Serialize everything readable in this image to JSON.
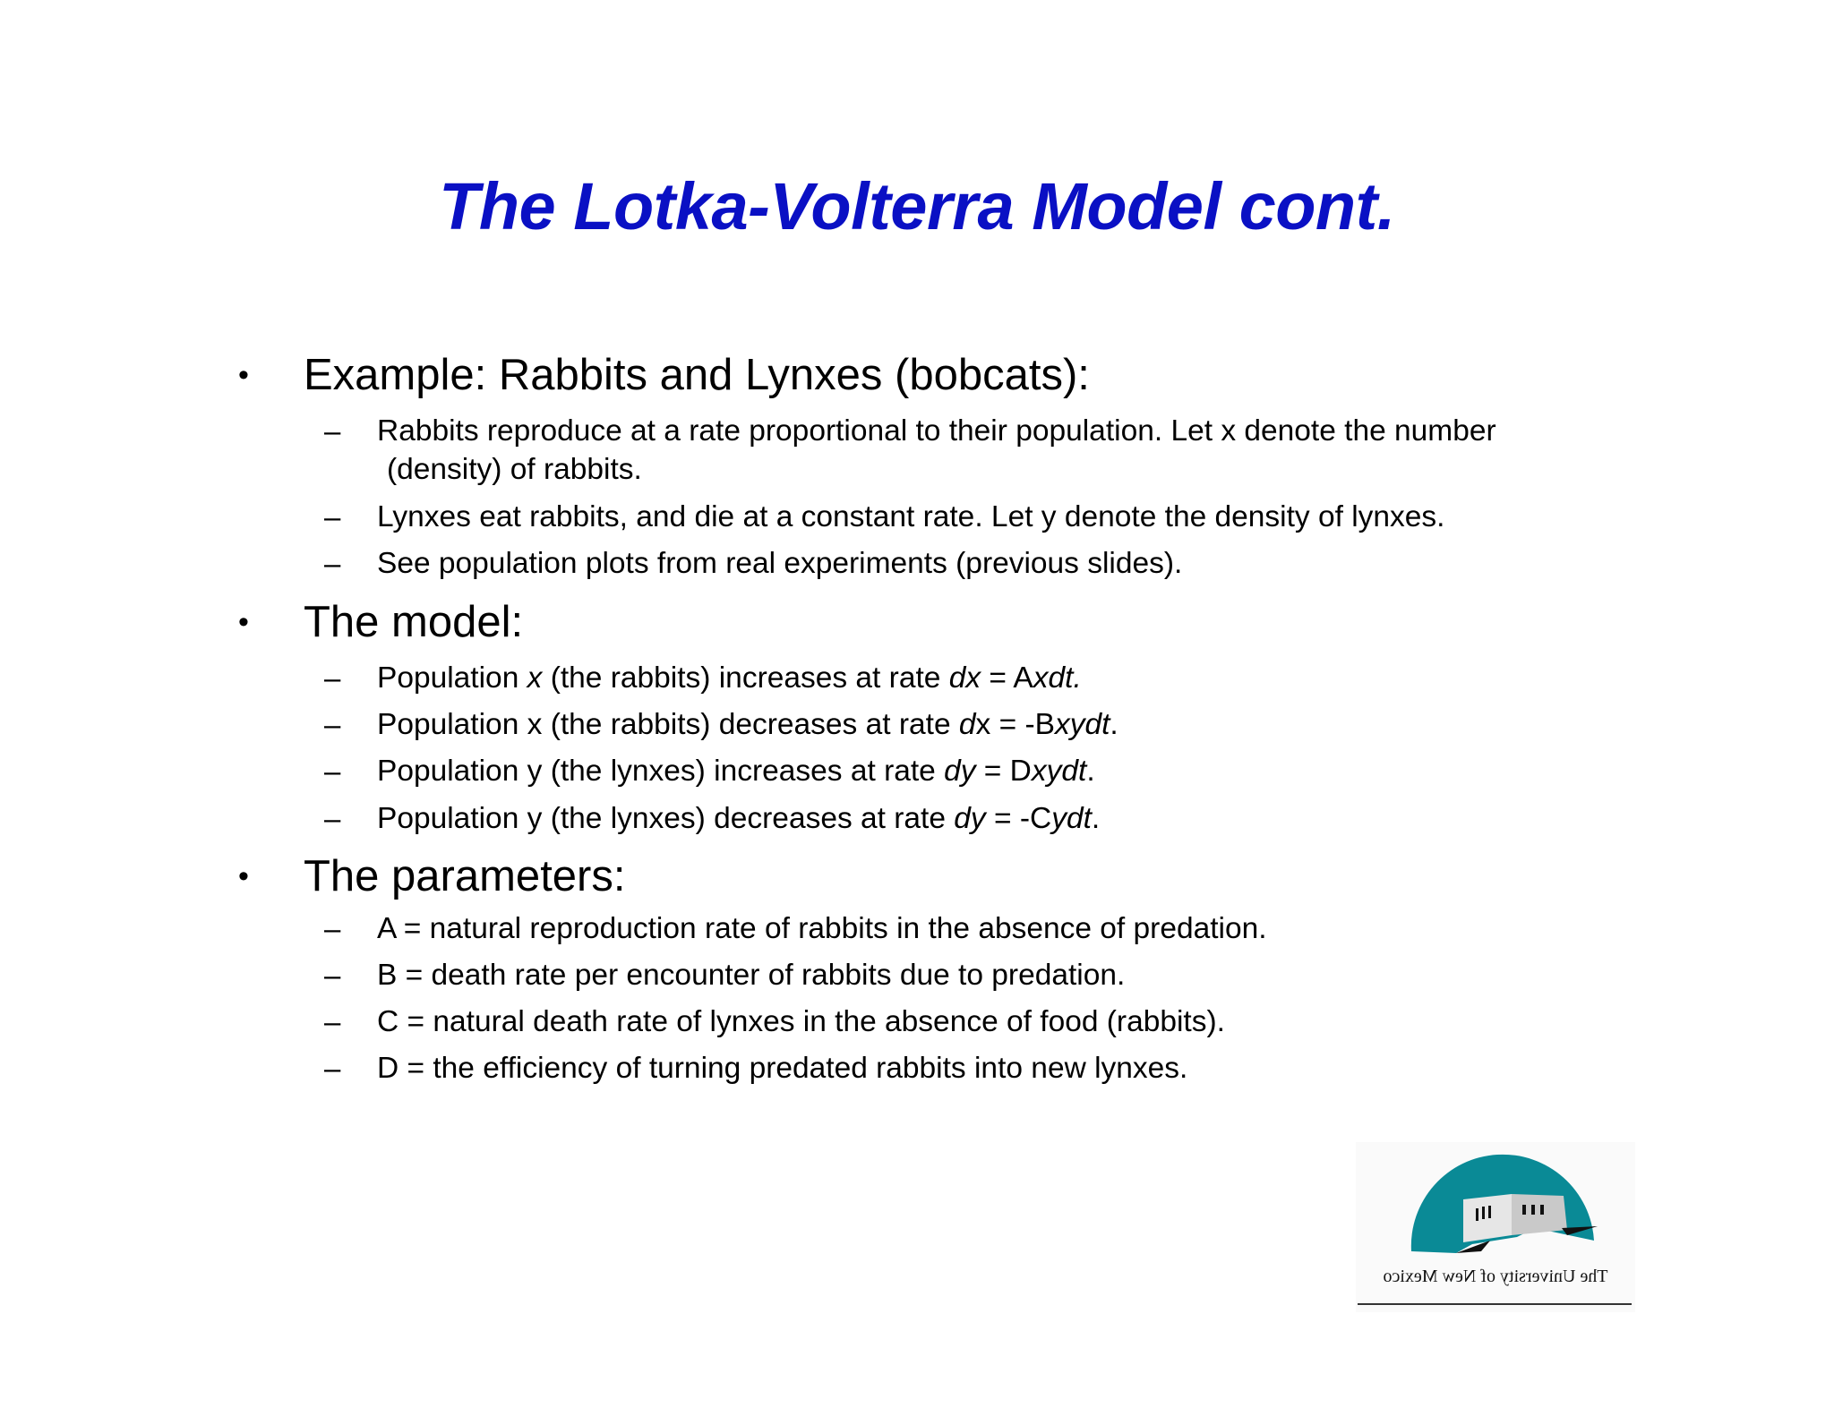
{
  "slide": {
    "title": "The Lotka-Volterra Model cont."
  },
  "bullets": [
    {
      "text": "Example: Rabbits and Lynxes (bobcats):",
      "subs": [
        {
          "line1": "Rabbits reproduce at a rate proportional to their population.  Let x denote the number",
          "line2": "(density) of rabbits."
        },
        {
          "line1": "Lynxes eat rabbits, and die at a constant rate.  Let y denote the density of lynxes."
        },
        {
          "line1": "See population plots from real experiments (previous slides)."
        }
      ]
    },
    {
      "text": "The model:",
      "subs": [
        {
          "pre": "Population ",
          "var": "x",
          "mid": " (the rabbits) increases at rate ",
          "lhs": "dx",
          "eq": " = A",
          "rhs": "xdt."
        },
        {
          "pre": "Population x (the rabbits) decreases at rate ",
          "lhs": "d",
          "lhs2": "x = -B",
          "rhs": "xydt",
          "end": "."
        },
        {
          "pre": "Population y (the lynxes) increases at rate ",
          "lhs": "dy",
          "eq": " = D",
          "rhs": "xydt",
          "end": "."
        },
        {
          "pre": "Population y (the lynxes) decreases at rate ",
          "lhs": "dy",
          "eq": " = -C",
          "rhs": "ydt",
          "end": "."
        }
      ]
    },
    {
      "text": "The parameters:",
      "subs": [
        {
          "line1": "A = natural reproduction rate of rabbits in the absence of predation."
        },
        {
          "line1": "B = death rate per encounter of rabbits due to predation."
        },
        {
          "line1": "C = natural death rate of lynxes in the absence of food (rabbits)."
        },
        {
          "line1": "D = the efficiency of turning predated rabbits into new lynxes."
        }
      ]
    }
  ],
  "markers": {
    "bullet": "•",
    "dash": "–"
  },
  "logo": {
    "caption": "The University of New Mexico",
    "colors": {
      "dome": "#0a8a96",
      "building": "#c9c9c9",
      "building_light": "#e6e6e6",
      "shadow": "#111111"
    }
  }
}
